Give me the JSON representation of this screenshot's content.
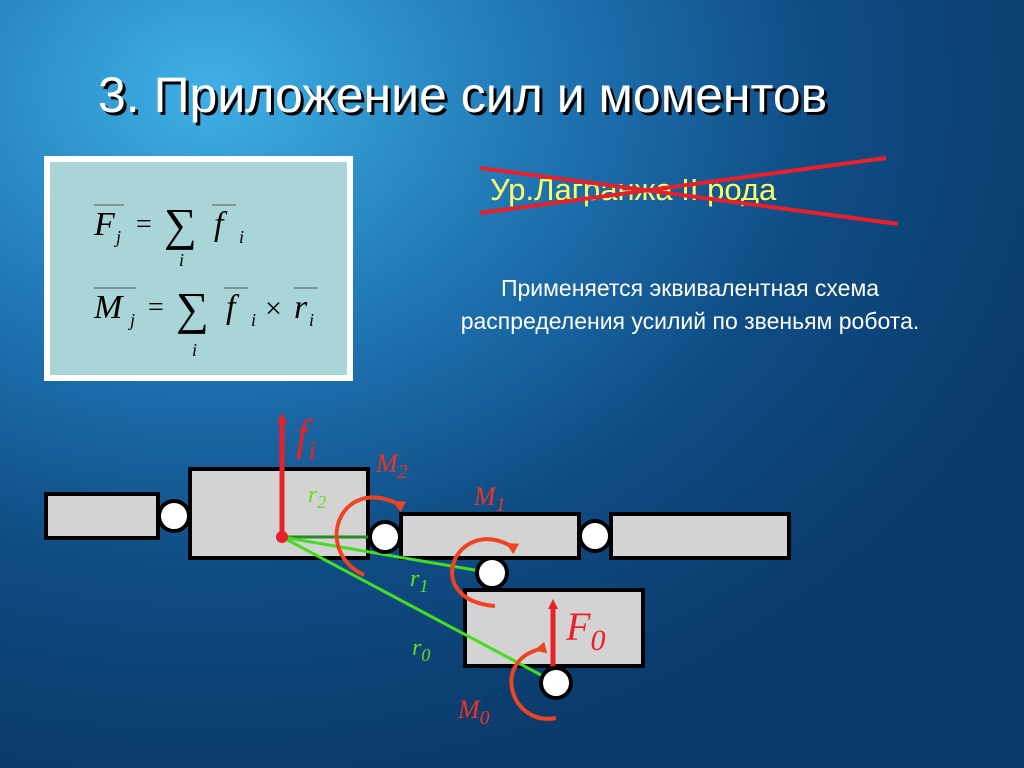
{
  "slide": {
    "title": "3. Приложение сил и моментов",
    "crossed_out_text": "Ур.Лагранжа II рода",
    "description_lines": [
      "Применяется эквивалентная схема",
      "распределения усилий по звеньям робота."
    ]
  },
  "formulas": {
    "force": {
      "lhs": "F",
      "lhs_sub": "j",
      "eq": "=",
      "sum": "∑",
      "sum_index": "i",
      "term": "f",
      "term_sub": "i"
    },
    "moment": {
      "lhs": "M",
      "lhs_sub": "j",
      "eq": "=",
      "sum": "∑",
      "sum_index": "i",
      "term": "f",
      "term_sub": "i",
      "times": "×",
      "term2": "r",
      "term2_sub": "i"
    }
  },
  "diagram": {
    "labels": {
      "fi": {
        "main": "f",
        "sub": "i"
      },
      "M2": {
        "main": "M",
        "sub": "2"
      },
      "M1": {
        "main": "M",
        "sub": "1"
      },
      "M0": {
        "main": "M",
        "sub": "0"
      },
      "r2": {
        "main": "r",
        "sub": "2"
      },
      "r1": {
        "main": "r",
        "sub": "1"
      },
      "r0": {
        "main": "r",
        "sub": "0"
      },
      "F0": {
        "main": "F",
        "sub": "0"
      }
    }
  },
  "colors": {
    "title_text": "#ffffff",
    "crossed_text": "#ffff66",
    "cross_lines": "#e8202a",
    "force_arrow": "#e8202a",
    "moment_arc": "#ee4422",
    "moment_label": "#ee3322",
    "radius_line": "#44dd22",
    "radius_label": "#66dd22",
    "link_fill": "#d3d3d3",
    "link_stroke": "#000000",
    "formula_bg": "#a9d4d8"
  }
}
